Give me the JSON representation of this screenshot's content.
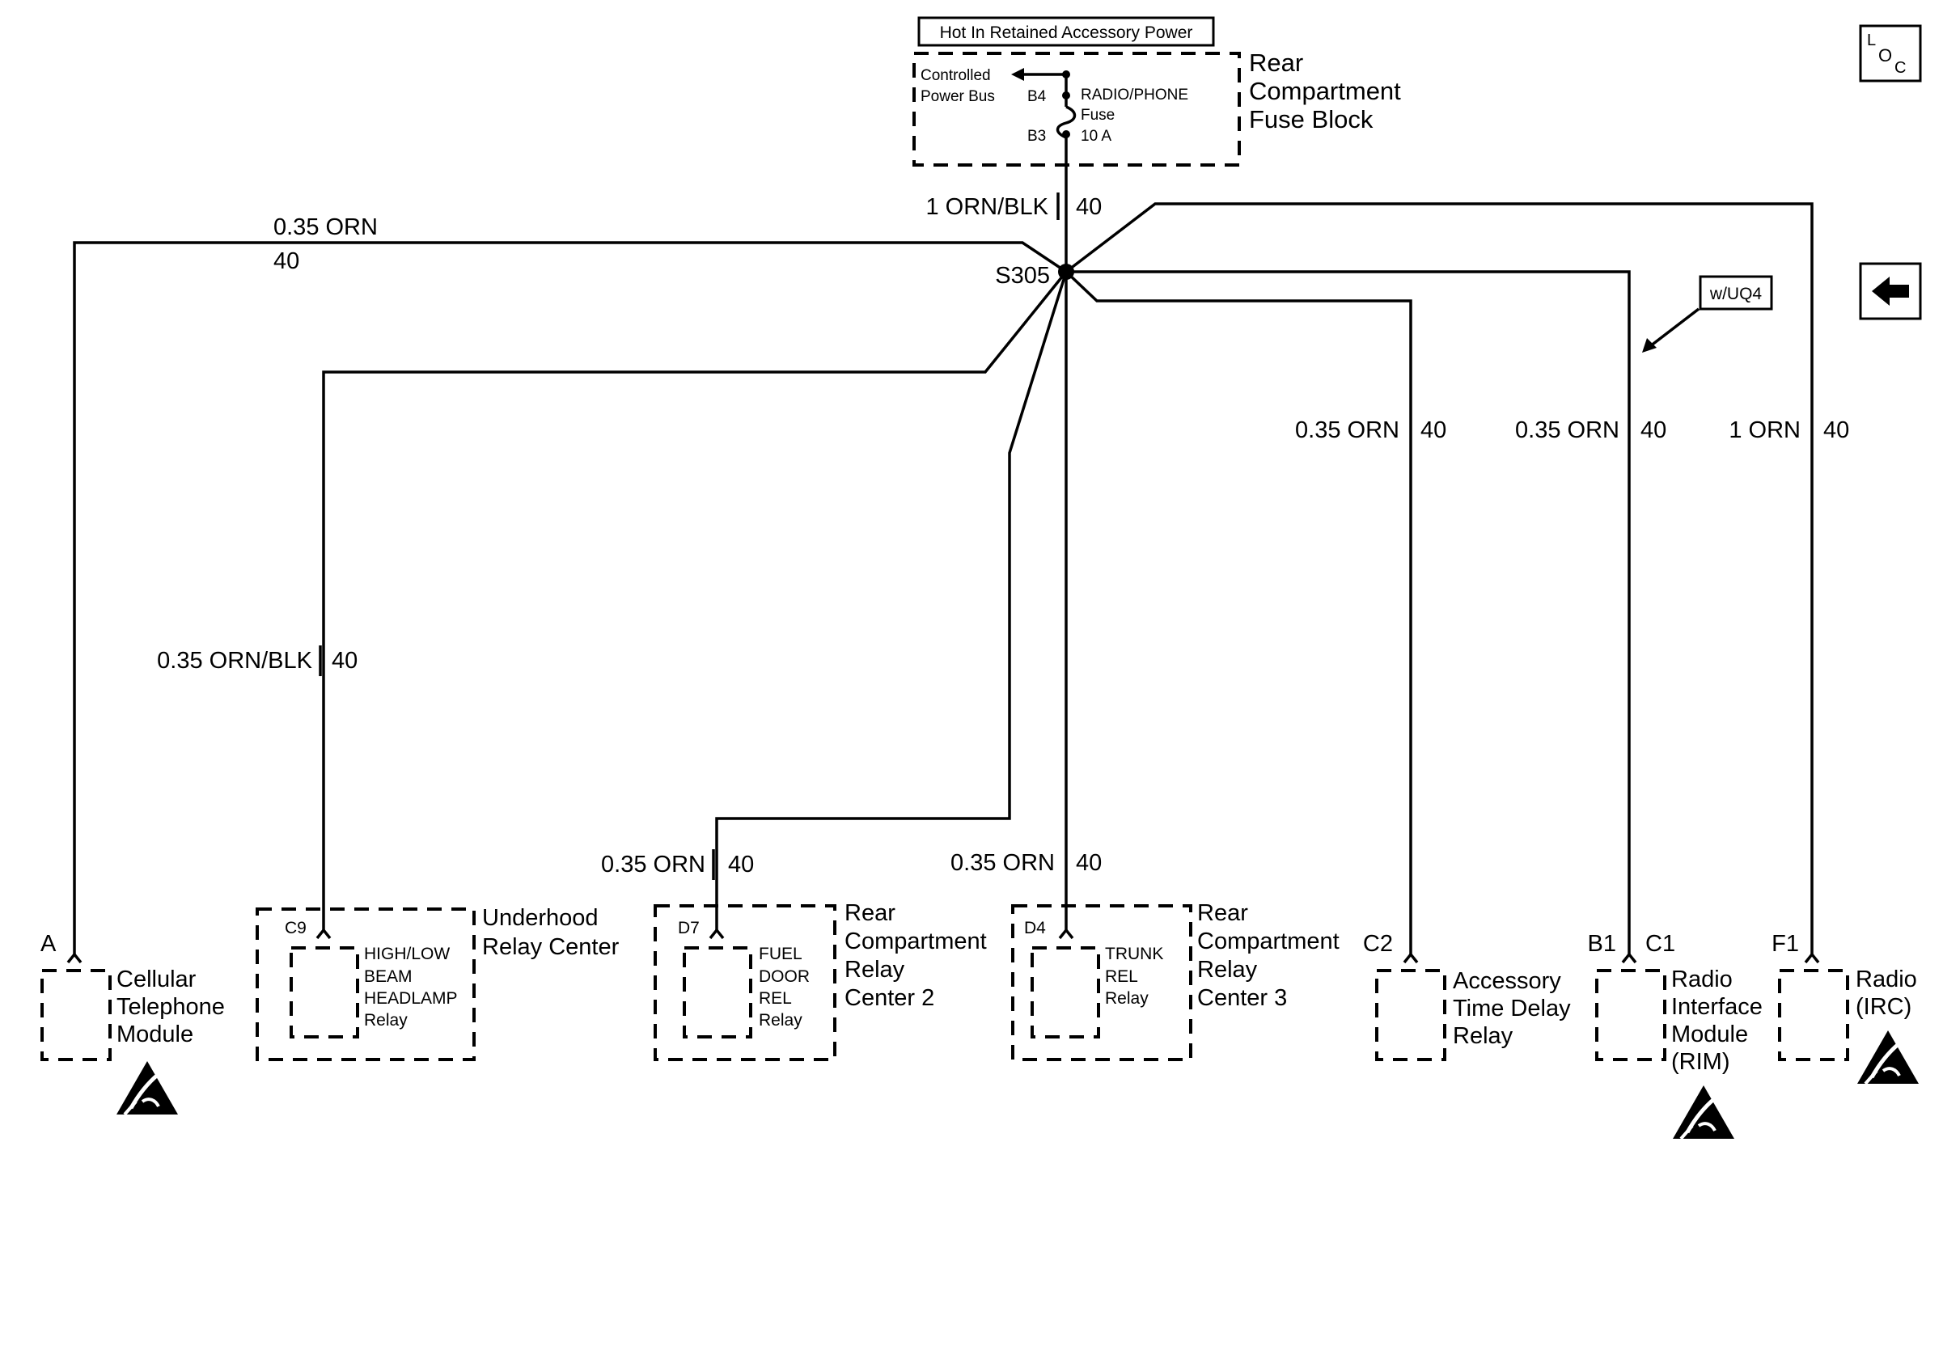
{
  "header": {
    "hot_label": "Hot In Retained Accessory Power"
  },
  "fuse_block": {
    "name_lines": [
      "Rear",
      "Compartment",
      "Fuse Block"
    ],
    "bus_lines": [
      "Controlled",
      "Power Bus"
    ],
    "pin_top": "B4",
    "pin_bottom": "B3",
    "fuse_lines": [
      "RADIO/PHONE",
      "Fuse",
      "10 A"
    ]
  },
  "icons": {
    "loc": {
      "L": "L",
      "O": "O",
      "C": "C"
    },
    "back_arrow": "back-arrow-icon",
    "esd": "esd-warning-icon"
  },
  "splice": {
    "label": "S305"
  },
  "option_tag": "w/UQ4",
  "wires": {
    "feed": {
      "gauge_color": "1 ORN/BLK",
      "circuit": "40"
    },
    "cellular": {
      "gauge_color": "0.35 ORN",
      "circuit": "40"
    },
    "underhood": {
      "gauge_color": "0.35 ORN/BLK",
      "circuit": "40"
    },
    "rcrc2": {
      "gauge_color": "0.35 ORN",
      "circuit": "40"
    },
    "rcrc3": {
      "gauge_color": "0.35 ORN",
      "circuit": "40"
    },
    "accessory": {
      "gauge_color": "0.35 ORN",
      "circuit": "40"
    },
    "rim": {
      "gauge_color": "0.35 ORN",
      "circuit": "40"
    },
    "radio": {
      "gauge_color": "1 ORN",
      "circuit": "40"
    }
  },
  "components": {
    "cellular": {
      "pin": "A",
      "name_lines": [
        "Cellular",
        "Telephone",
        "Module"
      ]
    },
    "underhood": {
      "pin": "C9",
      "name_lines": [
        "Underhood",
        "Relay Center"
      ],
      "relay_lines": [
        "HIGH/LOW",
        "BEAM",
        "HEADLAMP",
        "Relay"
      ]
    },
    "rcrc2": {
      "pin": "D7",
      "name_lines": [
        "Rear",
        "Compartment",
        "Relay",
        "Center 2"
      ],
      "relay_lines": [
        "FUEL",
        "DOOR",
        "REL",
        "Relay"
      ]
    },
    "rcrc3": {
      "pin": "D4",
      "name_lines": [
        "Rear",
        "Compartment",
        "Relay",
        "Center 3"
      ],
      "relay_lines": [
        "TRUNK",
        "REL",
        "Relay"
      ]
    },
    "accessory": {
      "pin": "C2",
      "name_lines": [
        "Accessory",
        "Time Delay",
        "Relay"
      ]
    },
    "rim": {
      "pin_b1": "B1",
      "pin_c1": "C1",
      "name_lines": [
        "Radio",
        "Interface",
        "Module",
        "(RIM)"
      ]
    },
    "radio": {
      "pin": "F1",
      "name_lines": [
        "Radio",
        "(IRC)"
      ]
    }
  }
}
